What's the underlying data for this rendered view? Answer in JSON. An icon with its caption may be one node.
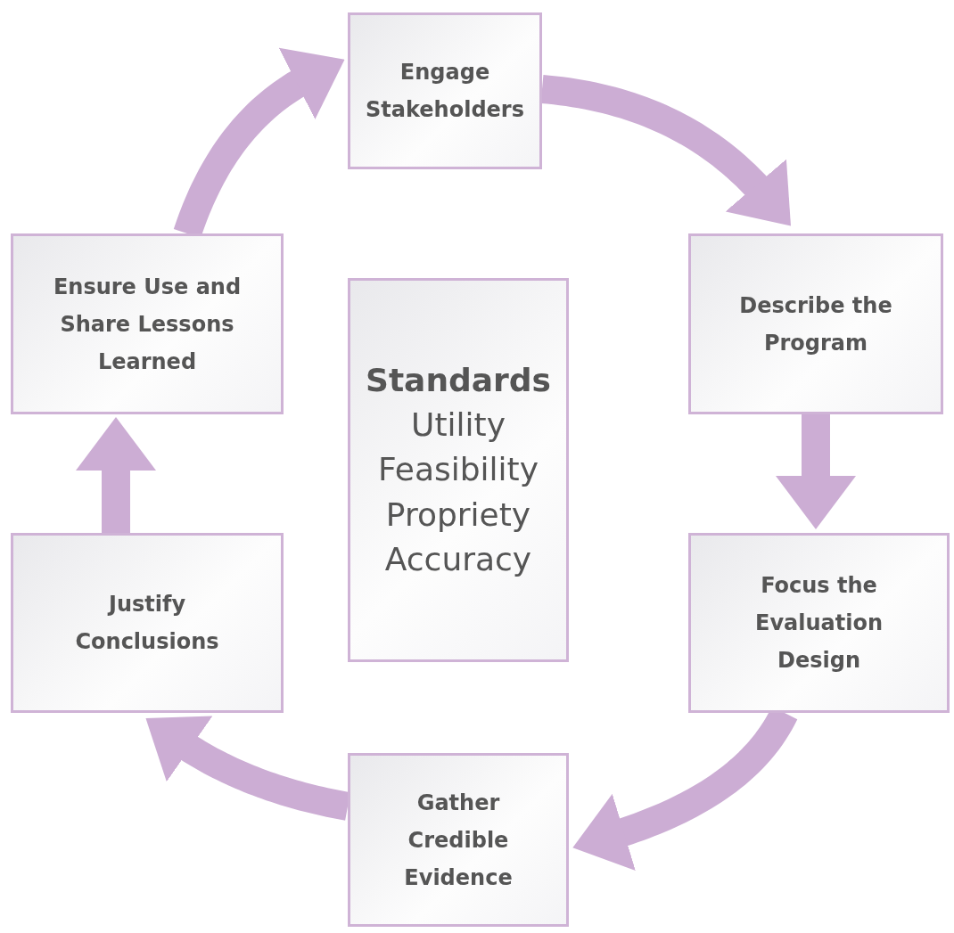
{
  "diagram": {
    "nodes": [
      {
        "text": [
          "Engage Stakeholders"
        ]
      },
      {
        "text": [
          "Ensure Use and Share Lessons Learned"
        ]
      },
      {
        "text": [
          "Describe the Program"
        ]
      },
      {
        "text": [
          "Standards",
          "Utility",
          "Feasibility",
          "Propriety",
          "Accuracy"
        ]
      },
      {
        "text": [
          "Justify Conclusions"
        ]
      },
      {
        "text": [
          "Focus the Evaluation Design"
        ]
      },
      {
        "text": [
          "Gather Credible Evidence"
        ]
      }
    ],
    "edges": [
      {
        "from": 0,
        "to": 2,
        "arrow": "to"
      },
      {
        "from": 2,
        "to": 5,
        "arrow": "to"
      },
      {
        "from": 5,
        "to": 6,
        "arrow": "to"
      },
      {
        "from": 6,
        "to": 4,
        "arrow": "to"
      },
      {
        "from": 4,
        "to": 1,
        "arrow": "to"
      },
      {
        "from": 1,
        "to": 0,
        "arrow": "to"
      }
    ]
  }
}
